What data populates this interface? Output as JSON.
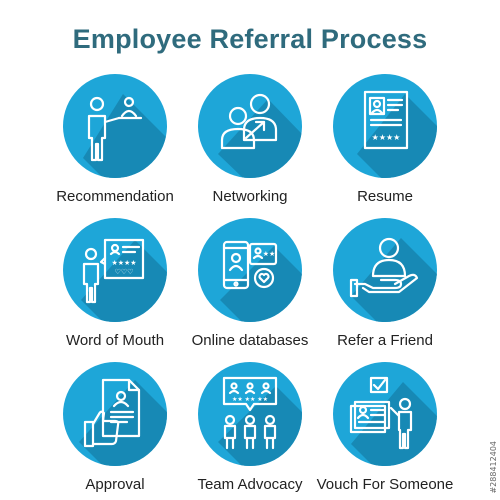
{
  "title": "Employee Referral Process",
  "colors": {
    "circle": "#1ea6d8",
    "shadow": "#1789b5",
    "title": "#2f6b7d",
    "glyph": "#ffffff"
  },
  "items": [
    {
      "label": "Recommendation",
      "icon": "recommendation-icon"
    },
    {
      "label": "Networking",
      "icon": "networking-icon"
    },
    {
      "label": "Resume",
      "icon": "resume-icon"
    },
    {
      "label": "Word of Mouth",
      "icon": "word-of-mouth-icon"
    },
    {
      "label": "Online databases",
      "icon": "online-databases-icon"
    },
    {
      "label": "Refer a Friend",
      "icon": "refer-a-friend-icon"
    },
    {
      "label": "Approval",
      "icon": "approval-icon"
    },
    {
      "label": "Team Advocacy",
      "icon": "team-advocacy-icon"
    },
    {
      "label": "Vouch For Someone",
      "icon": "vouch-for-someone-icon"
    }
  ],
  "stock_id": "#288412404"
}
